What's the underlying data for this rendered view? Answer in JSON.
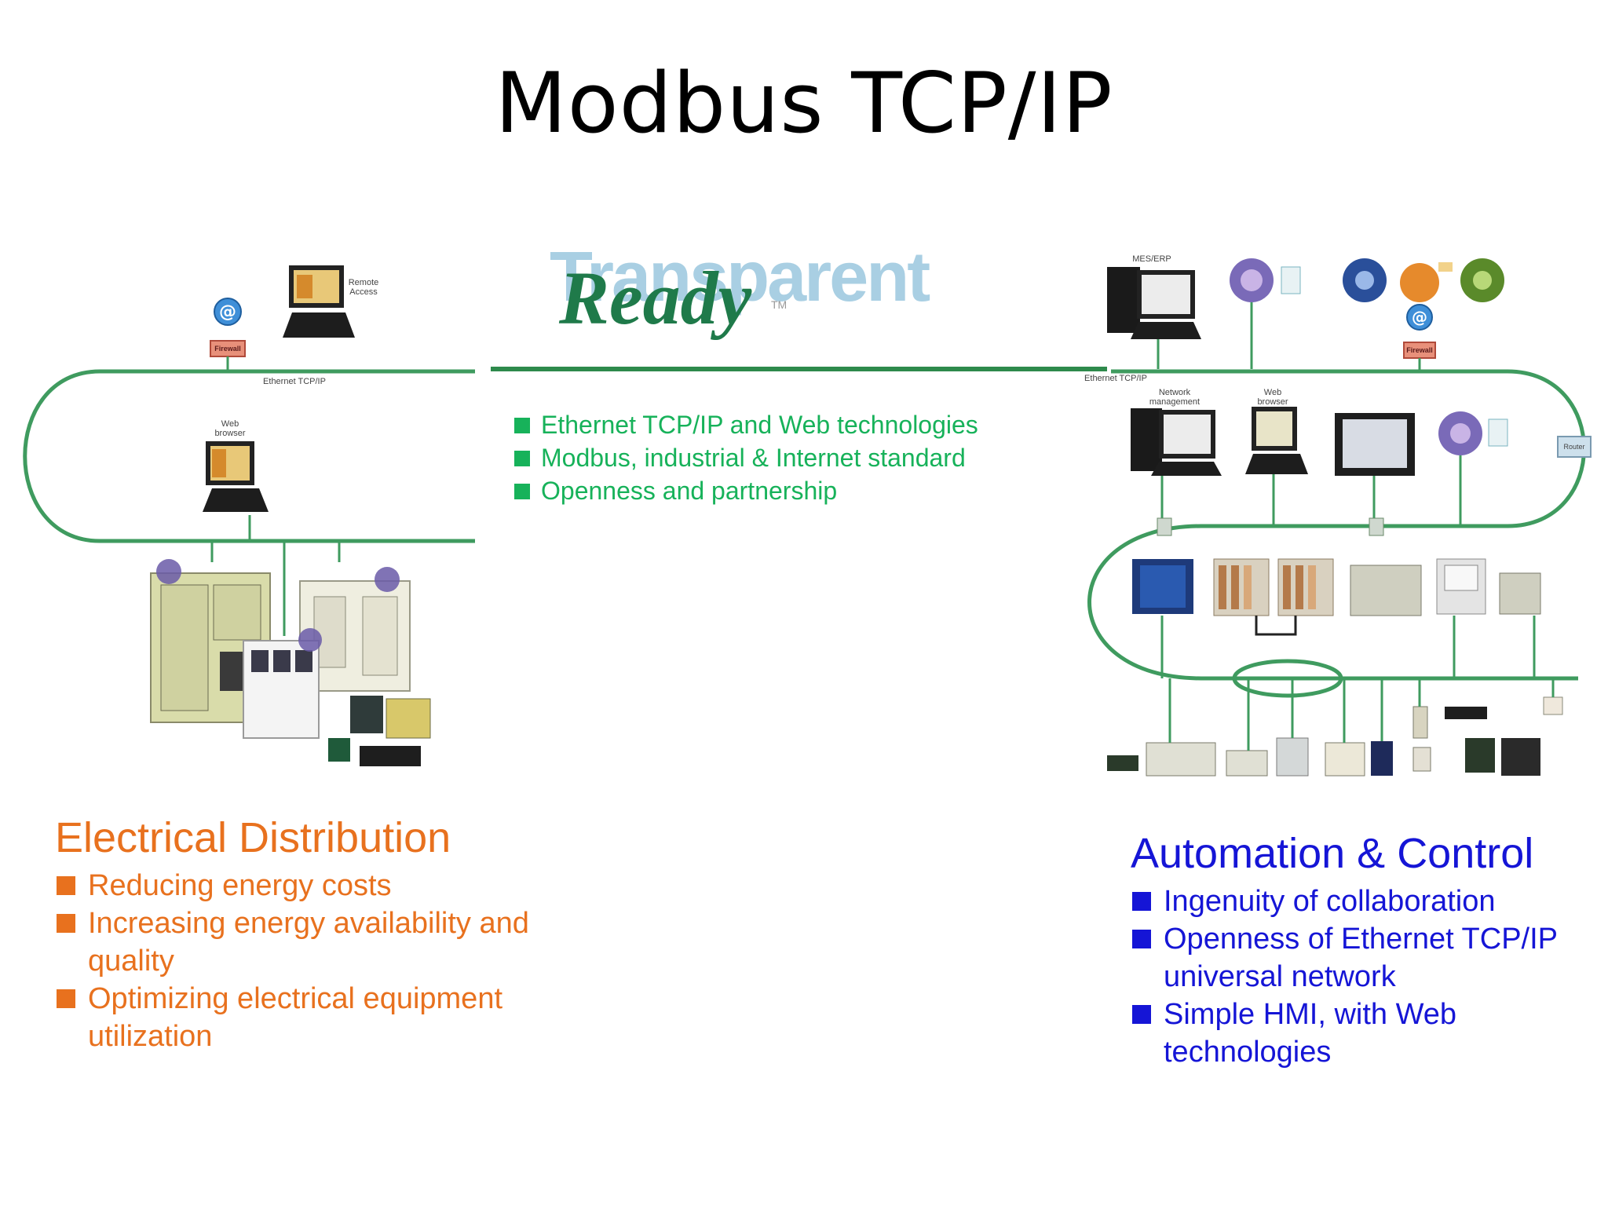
{
  "title": "Modbus TCP/IP",
  "logo": {
    "line1": "Transparent",
    "line2": "Ready",
    "tm": "TM"
  },
  "diagram_labels": {
    "remote_access": "Remote Access",
    "firewall_left": "Firewall",
    "ethernet_left": "Ethernet TCP/IP",
    "web_browser_left": "Web browser",
    "mes_erp": "MES/ERP",
    "firewall_right": "Firewall",
    "ethernet_right": "Ethernet TCP/IP",
    "network_management": "Network management",
    "web_browser_right": "Web browser",
    "router": "Router"
  },
  "center_bullets": [
    "Ethernet TCP/IP and Web technologies",
    "Modbus, industrial & Internet standard",
    "Openness and partnership"
  ],
  "electrical": {
    "heading": "Electrical Distribution",
    "items": [
      "Reducing energy costs",
      "Increasing energy availability and quality",
      "Optimizing electrical equipment utilization"
    ]
  },
  "automation": {
    "heading": "Automation & Control",
    "items": [
      "Ingenuity of collaboration",
      "Openness of Ethernet TCP/IP universal network",
      " Simple HMI, with Web technologies"
    ]
  },
  "colors": {
    "network_line": "#3f9b5f",
    "center_text": "#17b25a",
    "electrical_text": "#e8711e",
    "automation_text": "#1515d6"
  }
}
